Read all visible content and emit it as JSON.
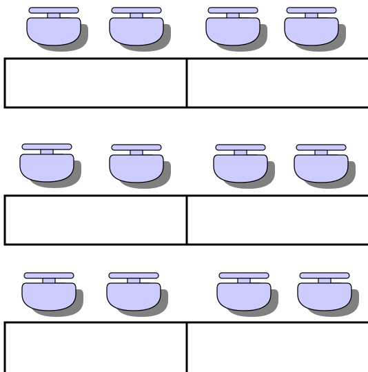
{
  "layout": {
    "rows": [
      {
        "tables": 2,
        "chairs_per_table": 2
      },
      {
        "tables": 2,
        "chairs_per_table": 2
      },
      {
        "tables": 2,
        "chairs_per_table": 2
      }
    ]
  },
  "colors": {
    "chair_fill": "#ccccff",
    "chair_stroke": "#000000",
    "shadow": "#808080",
    "table_stroke": "#000000",
    "background": "#ffffff"
  },
  "icons": {
    "chair": "chair-icon",
    "table": "table-icon"
  }
}
